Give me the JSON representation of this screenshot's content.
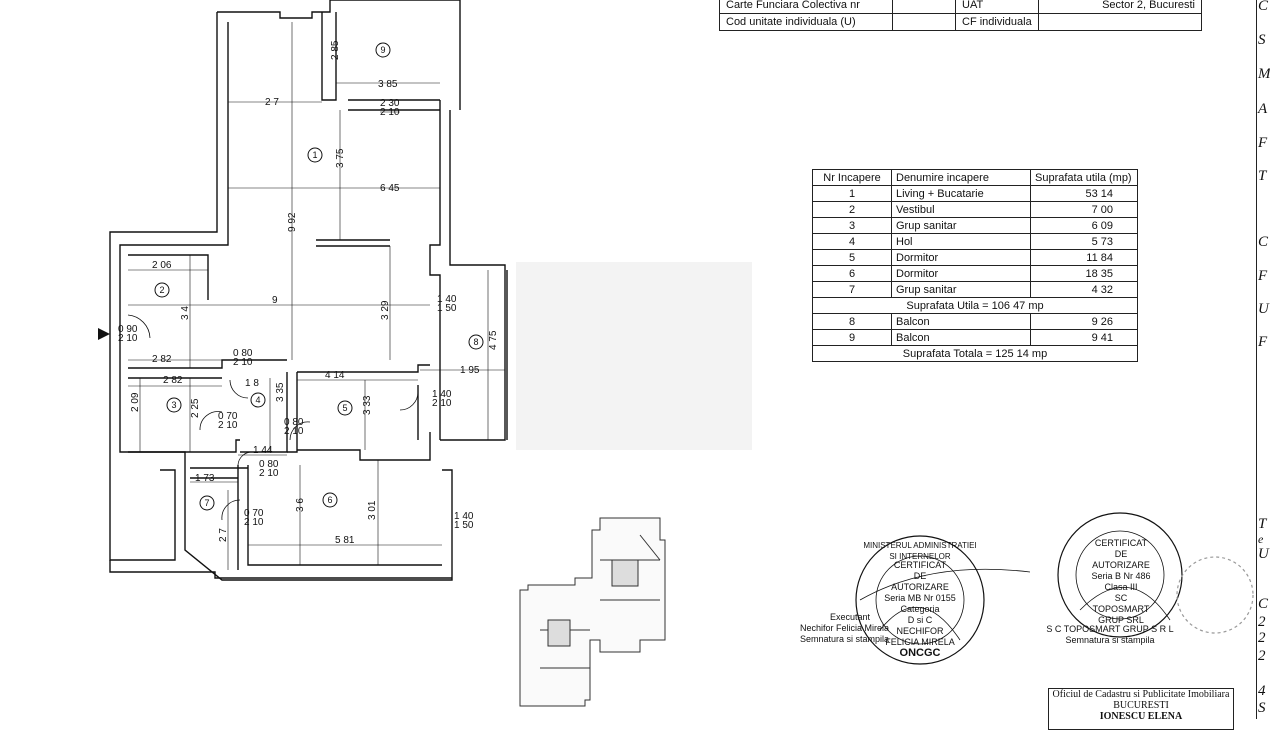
{
  "header_table": {
    "row1": {
      "label": "Carte Funciara Colectiva nr",
      "uat_label": "UAT",
      "uat_value": "Sector 2, Bucuresti"
    },
    "row2": {
      "label": "Cod unitate individuala (U)",
      "cf_label": "CF individuala"
    }
  },
  "rooms_table": {
    "headers": [
      "Nr Incapere",
      "Denumire incapere",
      "Suprafata utila (mp)"
    ],
    "rows": [
      [
        "1",
        "Living + Bucatarie",
        "53 14"
      ],
      [
        "2",
        "Vestibul",
        "7 00"
      ],
      [
        "3",
        "Grup sanitar",
        "6 09"
      ],
      [
        "4",
        "Hol",
        "5 73"
      ],
      [
        "5",
        "Dormitor",
        "11 84"
      ],
      [
        "6",
        "Dormitor",
        "18 35"
      ],
      [
        "7",
        "Grup sanitar",
        "4 32"
      ]
    ],
    "subtotal": "Suprafata Utila = 106 47 mp",
    "balconies": [
      [
        "8",
        "Balcon",
        "9 26"
      ],
      [
        "9",
        "Balcon",
        "9 41"
      ]
    ],
    "total": "Suprafata Totala = 125 14 mp"
  },
  "plan": {
    "room_numbers": [
      "1",
      "2",
      "3",
      "4",
      "5",
      "6",
      "7",
      "8",
      "9"
    ],
    "dimensions": [
      "2 85",
      "3 85",
      "2 7",
      "2 30",
      "2 10",
      "3 75",
      "6 45",
      "9 92",
      "2 06",
      "9",
      "3 4",
      "3 29",
      "1 40",
      "1 50",
      "4 75",
      "0 90",
      "2 10",
      "2 82",
      "0 80",
      "2 10",
      "2 82",
      "1 8",
      "4 14",
      "1 95",
      "2 09",
      "2 25",
      "3 35",
      "3 33",
      "1 40",
      "2 10",
      "0 70",
      "2 10",
      "0 80",
      "2 10",
      "1 44",
      "0 80",
      "2 10",
      "1 73",
      "3 6",
      "3 01",
      "0 70",
      "2 10",
      "2 7",
      "5 81",
      "1 40",
      "1 50"
    ]
  },
  "signatures": {
    "left": {
      "line1": "Executant",
      "line2": "Nechifor Felicia Mirela",
      "line3": "Semnatura si stampila"
    },
    "left_stamp": {
      "ring": "MINISTERUL ADMINISTRATIEI SI INTERNELOR",
      "center": [
        "CERTIFICAT",
        "DE",
        "AUTORIZARE",
        "Seria MB Nr 0155",
        "Categoria",
        "D si C",
        "NECHIFOR",
        "FELICIA MIRELA"
      ],
      "bottom": "ONCGC"
    },
    "right": {
      "line1": "S C TOPOSMART GRUP S R L",
      "line2": "Semnatura si stampila"
    },
    "right_stamp": {
      "center": [
        "CERTIFICAT",
        "DE",
        "AUTORIZARE",
        "Seria B Nr 486",
        "Clasa III",
        "SC TOPOSMART",
        "GRUP SRL"
      ]
    }
  },
  "office_box": {
    "line1": "Oficiul de Cadastru si Publicitate Imobiliara",
    "line2": "BUCURESTI",
    "line3": "IONESCU ELENA"
  },
  "right_edge_letters": [
    "C",
    "S",
    "M",
    "A",
    "F",
    "T",
    "C",
    "F",
    "U",
    "F",
    "T",
    "e",
    "U",
    "C",
    "2",
    "2",
    "2",
    "4",
    "S"
  ]
}
